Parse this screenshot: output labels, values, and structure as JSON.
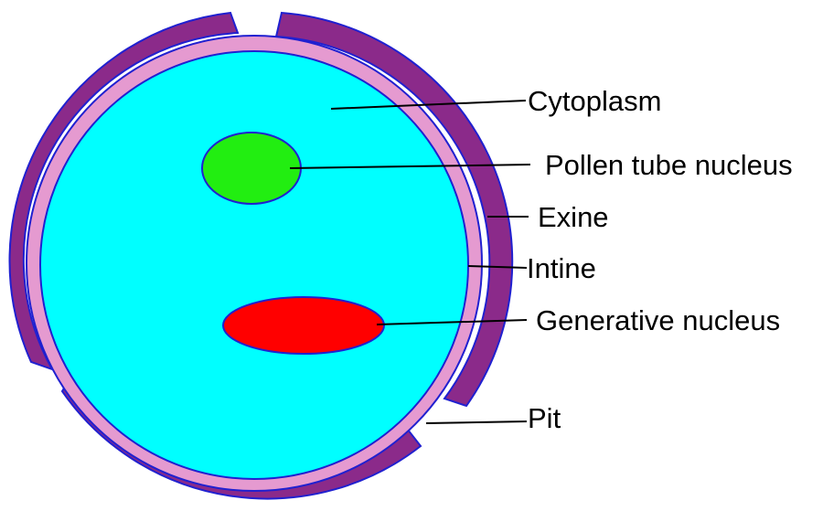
{
  "colors": {
    "cytoplasm": "#00ffff",
    "intine": "#e59ad0",
    "exine": "#8b2a8a",
    "outline": "#2020d0",
    "pollen_tube_nucleus": "#22ee11",
    "generative_nucleus": "#ff0000",
    "leader_lines": "#000000"
  },
  "labels": {
    "cytoplasm": "Cytoplasm",
    "pollen_tube_nucleus": "Pollen tube nucleus",
    "exine": "Exine",
    "intine": "Intine",
    "generative_nucleus": "Generative nucleus",
    "pit": "Pit"
  }
}
